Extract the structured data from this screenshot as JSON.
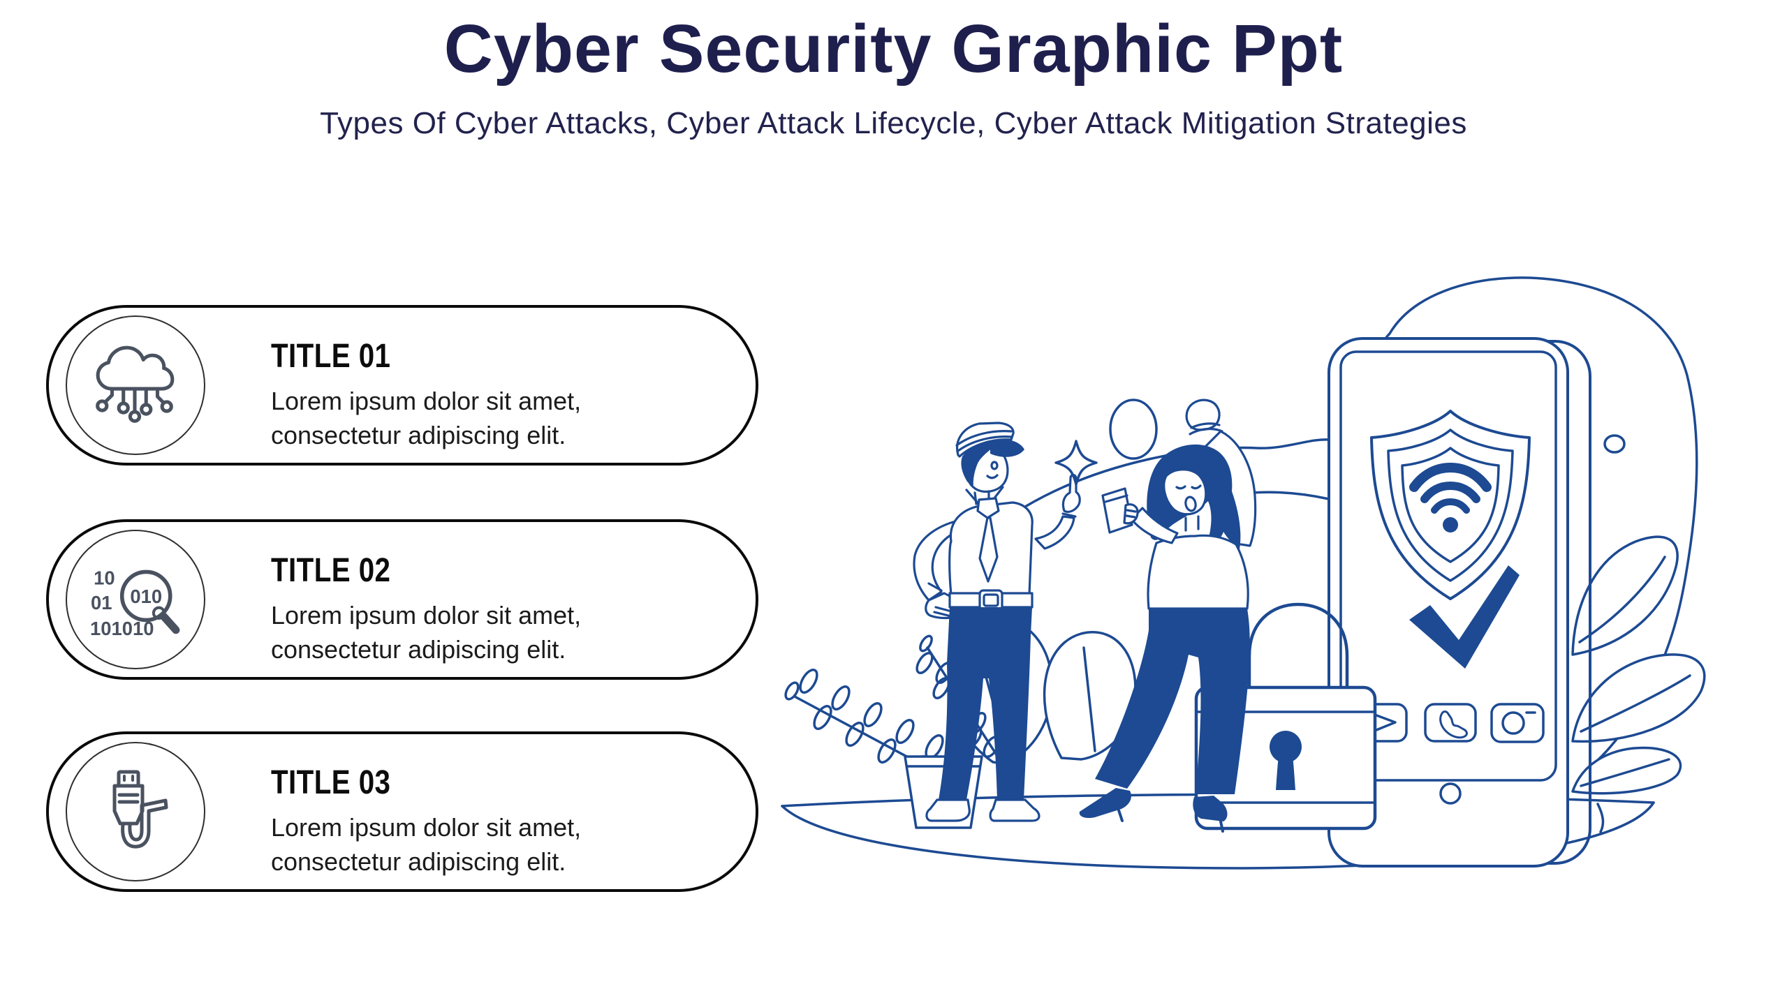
{
  "slide": {
    "title": "Cyber Security Graphic Ppt",
    "subtitle": "Types Of Cyber Attacks, Cyber Attack Lifecycle, Cyber Attack Mitigation Strategies"
  },
  "cards": [
    {
      "title": "TITLE 01",
      "description": "Lorem ipsum dolor sit amet, consectetur adipiscing elit.",
      "icon": "cloud-network-icon"
    },
    {
      "title": "TITLE 02",
      "description": "Lorem ipsum dolor sit amet, consectetur adipiscing elit.",
      "icon": "binary-search-icon",
      "icon_text": {
        "line1": "10",
        "line2": "01",
        "line3": "101010",
        "lens": "010"
      }
    },
    {
      "title": "TITLE 03",
      "description": "Lorem ipsum dolor sit amet, consectetur adipiscing elit.",
      "icon": "usb-cable-icon"
    }
  ],
  "illustration": {
    "name": "cyber-security-illustration",
    "elements": [
      "smartphone",
      "shield-wifi-icon",
      "checkmark-icon",
      "padlock-icon",
      "send-app-icon",
      "phone-app-icon",
      "camera-app-icon",
      "man-pointing",
      "woman-with-phone",
      "plants",
      "sparkle-icon"
    ]
  },
  "colors": {
    "heading_navy": "#1f1f4e",
    "body_text": "#1b1b1b",
    "card_border": "#0a0a0a",
    "icon_slate": "#4a5260",
    "illustration_blue": "#1d4a92",
    "background": "#ffffff"
  }
}
